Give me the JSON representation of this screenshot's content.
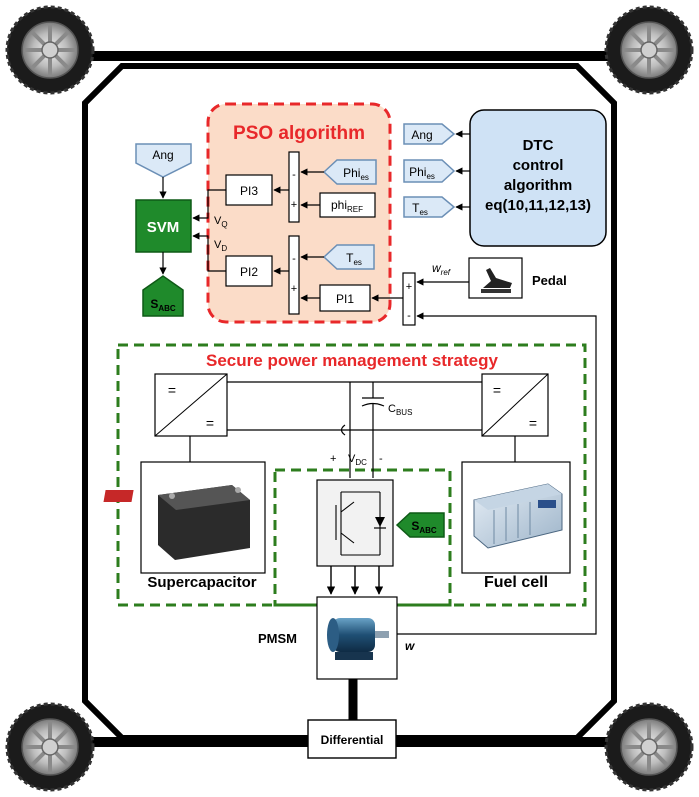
{
  "pso": {
    "title": "PSO algorithm",
    "pi3": "PI3",
    "pi2": "PI2",
    "pi1": "PI1",
    "phi_es_main": "Phi",
    "phi_es_sub": "es",
    "phi_ref_main": "phi",
    "phi_ref_sub": "REF",
    "t_es_main": "T",
    "t_es_sub": "es"
  },
  "svm": {
    "label": "SVM",
    "ang": "Ang",
    "vq_main": "V",
    "vq_sub": "Q",
    "vd_main": "V",
    "vd_sub": "D",
    "sabc_main": "S",
    "sabc_sub": "ABC"
  },
  "dtc": {
    "line1": "DTC",
    "line2": "control",
    "line3": "algorithm",
    "line4": "eq(10,11,12,13)",
    "ang": "Ang",
    "phi_main": "Phi",
    "phi_sub": "es",
    "t_main": "T",
    "t_sub": "es"
  },
  "pedal": {
    "label": "Pedal",
    "wref_main": "w",
    "wref_sub": "ref"
  },
  "summing": {
    "plus": "+",
    "minus": "-"
  },
  "power": {
    "title": "Secure power management strategy",
    "conv_sym": "=",
    "cbus_main": "C",
    "cbus_sub": "BUS",
    "vdc_main": "V",
    "vdc_sub": "DC",
    "vdc_plus": "+",
    "vdc_minus": "-",
    "supercap": "Supercapacitor",
    "fuelcell": "Fuel cell",
    "sabc_main": "S",
    "sabc_sub": "ABC"
  },
  "motor": {
    "label": "PMSM",
    "w": "w"
  },
  "differential": "Differential",
  "colors": {
    "pso_border": "#e8282a",
    "pso_fill": "#fbdcc8",
    "pso_title": "#e8282a",
    "power_border": "#2d7d1e",
    "power_title": "#e8282a",
    "svm_fill": "#1f8a2b",
    "dtc_fill": "#cfe2f5",
    "tag_fill": "#dbe9f7",
    "tag_stroke": "#6b8fb6"
  }
}
